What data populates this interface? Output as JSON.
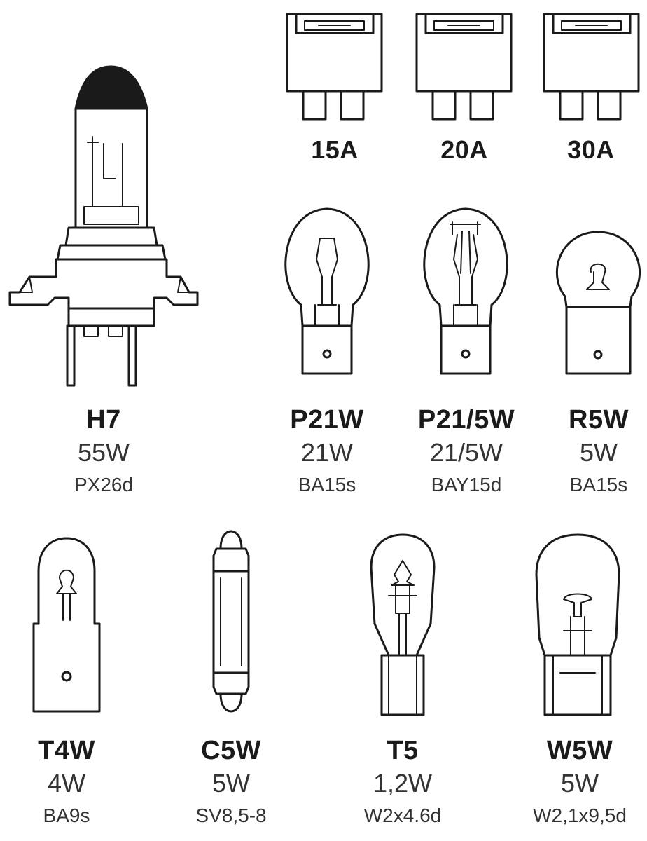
{
  "fuses": [
    {
      "label": "15A"
    },
    {
      "label": "20A"
    },
    {
      "label": "30A"
    }
  ],
  "bulbs": [
    {
      "name": "H7",
      "wattage": "55W",
      "base": "PX26d",
      "icon": "h7-halogen-bulb-icon"
    },
    {
      "name": "P21W",
      "wattage": "21W",
      "base": "BA15s",
      "icon": "single-filament-bulb-icon"
    },
    {
      "name": "P21/5W",
      "wattage": "21/5W",
      "base": "BAY15d",
      "icon": "dual-filament-bulb-icon"
    },
    {
      "name": "R5W",
      "wattage": "5W",
      "base": "BA15s",
      "icon": "small-round-bulb-icon"
    },
    {
      "name": "T4W",
      "wattage": "4W",
      "base": "BA9s",
      "icon": "miniature-bayonet-bulb-icon"
    },
    {
      "name": "C5W",
      "wattage": "5W",
      "base": "SV8,5-8",
      "icon": "festoon-bulb-icon"
    },
    {
      "name": "T5",
      "wattage": "1,2W",
      "base": "W2x4.6d",
      "icon": "wedge-bulb-small-icon"
    },
    {
      "name": "W5W",
      "wattage": "5W",
      "base": "W2,1x9,5d",
      "icon": "wedge-bulb-icon"
    }
  ]
}
